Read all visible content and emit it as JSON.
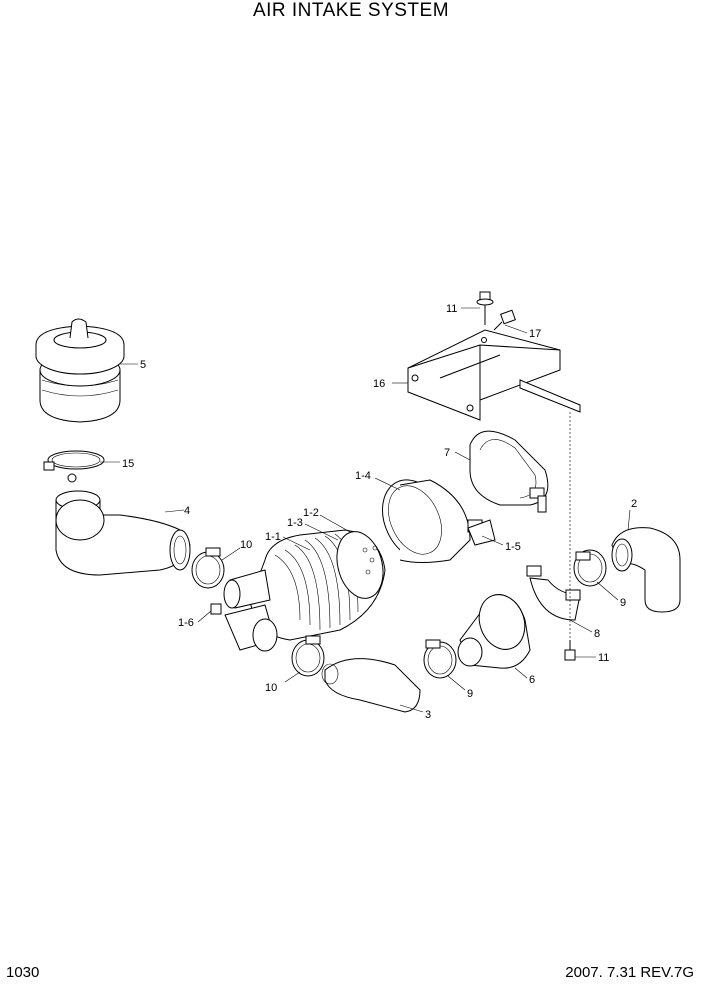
{
  "header": {
    "title": "AIR INTAKE SYSTEM"
  },
  "footer": {
    "page_number": "1030",
    "revision": "2007. 7.31  REV.7G"
  },
  "callouts": {
    "c11_top": "11",
    "c17": "17",
    "c16": "16",
    "c5": "5",
    "c7": "7",
    "c15": "15",
    "c1_4": "1-4",
    "c4": "4",
    "c1_2": "1-2",
    "c1_3": "1-3",
    "c1_1": "1-1",
    "c10_top": "10",
    "c2": "2",
    "c1_5": "1-5",
    "c9_right": "9",
    "c1_6": "1-6",
    "c8": "8",
    "c11_bottom": "11",
    "c6": "6",
    "c10_bottom": "10",
    "c9_bottom": "9",
    "c3": "3"
  }
}
